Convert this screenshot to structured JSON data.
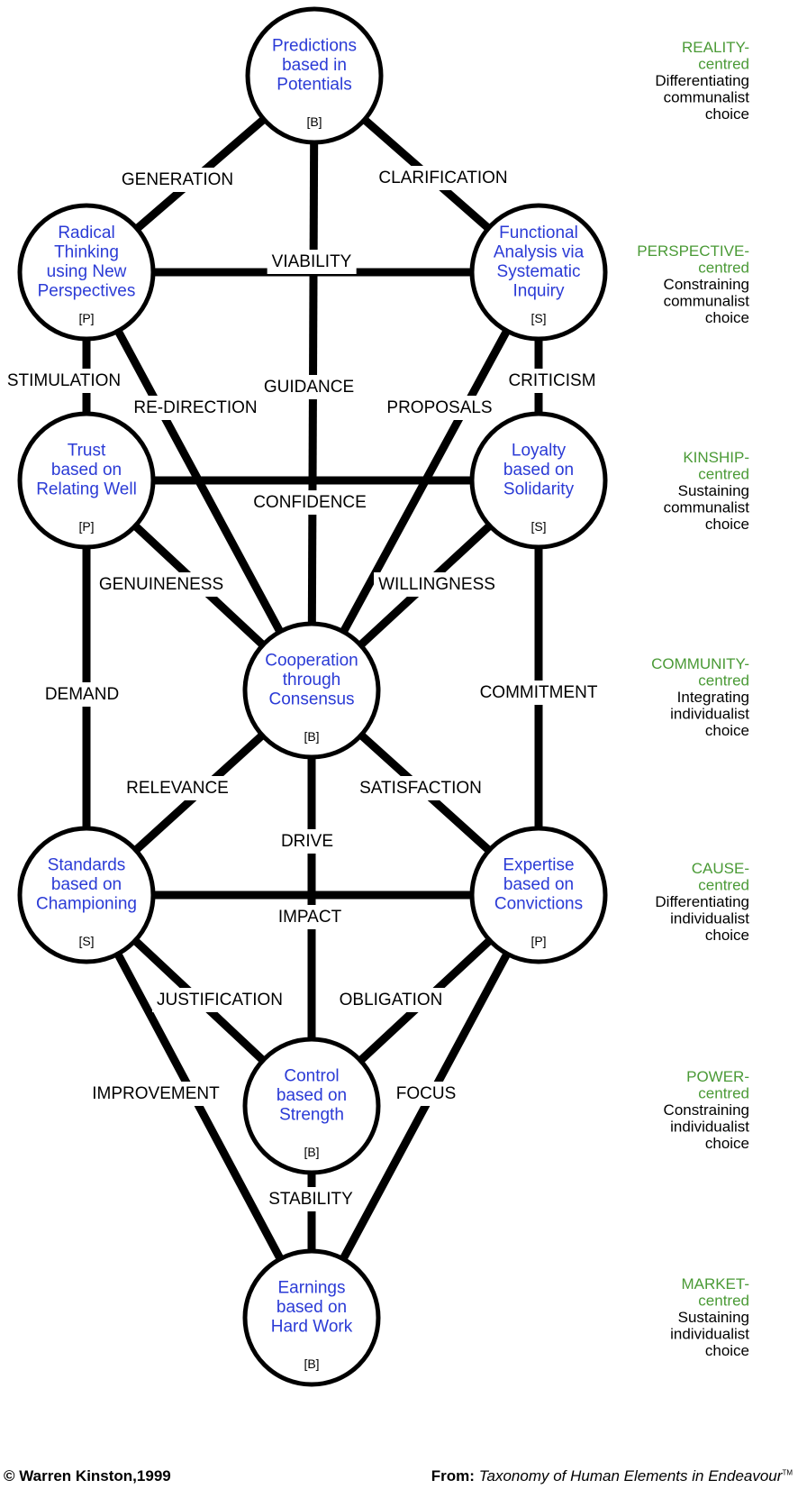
{
  "colors": {
    "node_text": "#2b3bd6",
    "level_title": "#4a9a36",
    "edge": "#000000"
  },
  "nodes": [
    {
      "id": "reality",
      "lines": [
        "Predictions",
        "based in",
        "Potentials"
      ],
      "tag": "[B]"
    },
    {
      "id": "perspective",
      "lines": [
        "Radical",
        "Thinking",
        "using New",
        "Perspectives"
      ],
      "tag": "[P]"
    },
    {
      "id": "functional",
      "lines": [
        "Functional",
        "Analysis via",
        "Systematic",
        "Inquiry"
      ],
      "tag": "[S]"
    },
    {
      "id": "trust",
      "lines": [
        "Trust",
        "based on",
        "Relating Well"
      ],
      "tag": "[P]"
    },
    {
      "id": "loyalty",
      "lines": [
        "Loyalty",
        "based on",
        "Solidarity"
      ],
      "tag": "[S]"
    },
    {
      "id": "cooperation",
      "lines": [
        "Cooperation",
        "through",
        "Consensus"
      ],
      "tag": "[B]"
    },
    {
      "id": "standards",
      "lines": [
        "Standards",
        "based on",
        "Championing"
      ],
      "tag": "[S]"
    },
    {
      "id": "expertise",
      "lines": [
        "Expertise",
        "based on",
        "Convictions"
      ],
      "tag": "[P]"
    },
    {
      "id": "control",
      "lines": [
        "Control",
        "based on",
        "Strength"
      ],
      "tag": "[B]"
    },
    {
      "id": "earnings",
      "lines": [
        "Earnings",
        "based on",
        "Hard Work"
      ],
      "tag": "[B]"
    }
  ],
  "edges": [
    {
      "from": "reality",
      "to": "perspective",
      "label": "GENERATION"
    },
    {
      "from": "reality",
      "to": "functional",
      "label": "CLARIFICATION"
    },
    {
      "from": "reality",
      "to": "cooperation",
      "label": "GUIDANCE"
    },
    {
      "from": "perspective",
      "to": "functional",
      "label": "VIABILITY"
    },
    {
      "from": "perspective",
      "to": "trust",
      "label": "STIMULATION"
    },
    {
      "from": "perspective",
      "to": "cooperation",
      "label": "RE-DIRECTION"
    },
    {
      "from": "functional",
      "to": "loyalty",
      "label": "CRITICISM"
    },
    {
      "from": "functional",
      "to": "cooperation",
      "label": "PROPOSALS"
    },
    {
      "from": "trust",
      "to": "loyalty",
      "label": "CONFIDENCE"
    },
    {
      "from": "trust",
      "to": "cooperation",
      "label": "GENUINENESS"
    },
    {
      "from": "trust",
      "to": "standards",
      "label": "DEMAND"
    },
    {
      "from": "loyalty",
      "to": "cooperation",
      "label": "WILLINGNESS"
    },
    {
      "from": "loyalty",
      "to": "expertise",
      "label": "COMMITMENT"
    },
    {
      "from": "cooperation",
      "to": "standards",
      "label": "RELEVANCE"
    },
    {
      "from": "cooperation",
      "to": "expertise",
      "label": "SATISFACTION"
    },
    {
      "from": "cooperation",
      "to": "control",
      "label": "DRIVE"
    },
    {
      "from": "standards",
      "to": "expertise",
      "label": "IMPACT"
    },
    {
      "from": "standards",
      "to": "control",
      "label": "JUSTIFICATION"
    },
    {
      "from": "standards",
      "to": "earnings",
      "label": "IMPROVEMENT"
    },
    {
      "from": "expertise",
      "to": "control",
      "label": "OBLIGATION"
    },
    {
      "from": "expertise",
      "to": "earnings",
      "label": "FOCUS"
    },
    {
      "from": "control",
      "to": "earnings",
      "label": "STABILITY"
    }
  ],
  "levels": [
    {
      "title": "REALITY-",
      "lines": [
        "centred",
        "Differentiating",
        "communalist",
        "choice"
      ]
    },
    {
      "title": "PERSPECTIVE-",
      "lines": [
        "centred",
        "Constraining",
        "communalist",
        "choice"
      ]
    },
    {
      "title": "KINSHIP-",
      "lines": [
        "centred",
        "Sustaining",
        "communalist",
        "choice"
      ]
    },
    {
      "title": "COMMUNITY-",
      "lines": [
        "centred",
        "Integrating",
        "individualist",
        "choice"
      ]
    },
    {
      "title": "CAUSE-",
      "lines": [
        "centred",
        "Differentiating",
        "individualist",
        "choice"
      ]
    },
    {
      "title": "POWER-",
      "lines": [
        "centred",
        "Constraining",
        "individualist",
        "choice"
      ]
    },
    {
      "title": "MARKET-",
      "lines": [
        "centred",
        "Sustaining",
        "individualist",
        "choice"
      ]
    }
  ],
  "footer": {
    "copyright": "© Warren Kinston,1999",
    "from_label": "From:",
    "source": "Taxonomy of Human Elements in Endeavour",
    "tm": "TM"
  }
}
